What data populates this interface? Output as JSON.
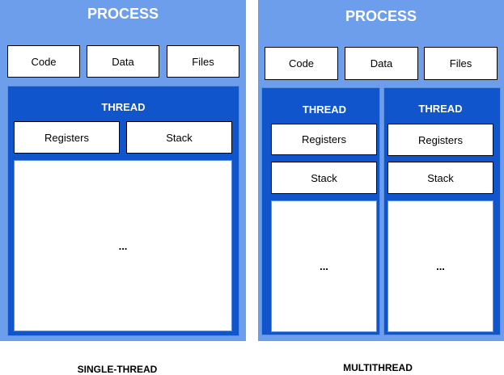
{
  "colors": {
    "process": "#6d9eeb",
    "thread": "#1155cc",
    "box": "#ffffff"
  },
  "single": {
    "process_title": "PROCESS",
    "shared": [
      "Code",
      "Data",
      "Files"
    ],
    "thread": {
      "title": "THREAD",
      "registers": "Registers",
      "stack": "Stack",
      "body": "..."
    },
    "caption": "SINGLE-THREAD"
  },
  "multi": {
    "process_title": "PROCESS",
    "shared": [
      "Code",
      "Data",
      "Files"
    ],
    "threads": [
      {
        "title": "THREAD",
        "registers": "Registers",
        "stack": "Stack",
        "body": "..."
      },
      {
        "title": "THREAD",
        "registers": "Registers",
        "stack": "Stack",
        "body": "..."
      }
    ],
    "caption": "MULTITHREAD"
  }
}
